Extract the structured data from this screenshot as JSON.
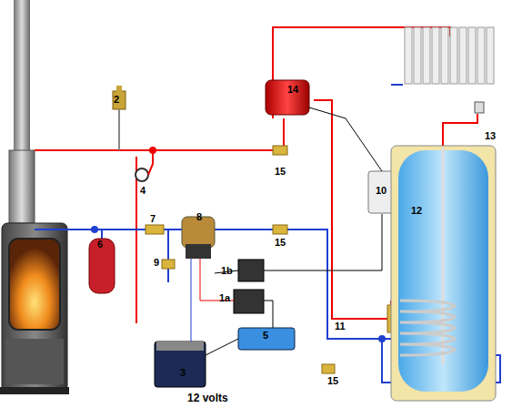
{
  "diagram": {
    "nodes": [
      {
        "text": [
          "12"
        ]
      }
    ],
    "labels": [
      "2",
      "14",
      "13",
      "4",
      "15",
      "10",
      "8",
      "7",
      "15",
      "6",
      "9",
      "1b",
      "1a",
      "11",
      "5",
      "3",
      "12 volts",
      "15"
    ]
  }
}
